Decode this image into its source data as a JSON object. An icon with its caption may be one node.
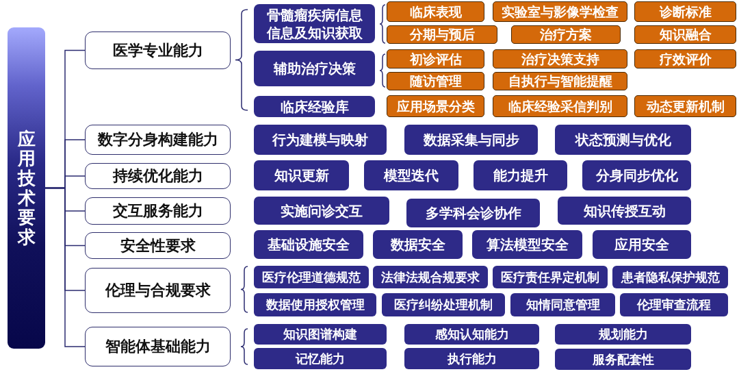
{
  "diagram": {
    "nodes": [
      {
        "text": [
          "应用技术要求"
        ]
      },
      {
        "text": [
          "医学专业能力"
        ]
      },
      {
        "text": [
          "数字分身构建能力"
        ]
      },
      {
        "text": [
          "持续优化能力"
        ]
      },
      {
        "text": [
          "交互服务能力"
        ]
      },
      {
        "text": [
          "安全性要求"
        ]
      },
      {
        "text": [
          "伦理与合规要求"
        ]
      },
      {
        "text": [
          "智能体基础能力"
        ]
      },
      {
        "text": [
          "骨髓瘤疾病信息信息及知识获取"
        ]
      },
      {
        "text": [
          "临床表现"
        ]
      },
      {
        "text": [
          "实验室与影像学检查"
        ]
      },
      {
        "text": [
          "诊断标准"
        ]
      },
      {
        "text": [
          "分期与预后"
        ]
      },
      {
        "text": [
          "治疗方案"
        ]
      },
      {
        "text": [
          "知识融合"
        ]
      },
      {
        "text": [
          "辅助治疗决策"
        ]
      },
      {
        "text": [
          "初诊评估"
        ]
      },
      {
        "text": [
          "治疗决策支持"
        ]
      },
      {
        "text": [
          "疗效评价"
        ]
      },
      {
        "text": [
          "随访管理"
        ]
      },
      {
        "text": [
          "自执行与智能提醒"
        ]
      },
      {
        "text": [
          "临床经验库"
        ]
      },
      {
        "text": [
          "应用场景分类"
        ]
      },
      {
        "text": [
          "临床经验采信判别"
        ]
      },
      {
        "text": [
          "动态更新机制"
        ]
      },
      {
        "text": [
          "行为建模与映射"
        ]
      },
      {
        "text": [
          "数据采集与同步"
        ]
      },
      {
        "text": [
          "状态预测与优化"
        ]
      },
      {
        "text": [
          "知识更新"
        ]
      },
      {
        "text": [
          "模型迭代"
        ]
      },
      {
        "text": [
          "能力提升"
        ]
      },
      {
        "text": [
          "分身同步优化"
        ]
      },
      {
        "text": [
          "实施问诊交互"
        ]
      },
      {
        "text": [
          "多学科会诊协作"
        ]
      },
      {
        "text": [
          "知识传授互动"
        ]
      },
      {
        "text": [
          "基础设施安全"
        ]
      },
      {
        "text": [
          "数据安全"
        ]
      },
      {
        "text": [
          "算法模型安全"
        ]
      },
      {
        "text": [
          "应用安全"
        ]
      },
      {
        "text": [
          "医疗伦理道德规范"
        ]
      },
      {
        "text": [
          "法律法规合规要求"
        ]
      },
      {
        "text": [
          "医疗责任界定机制"
        ]
      },
      {
        "text": [
          "患者隐私保护规范"
        ]
      },
      {
        "text": [
          "数据使用授权管理"
        ]
      },
      {
        "text": [
          "医疗纠纷处理机制"
        ]
      },
      {
        "text": [
          "知情同意管理"
        ]
      },
      {
        "text": [
          "伦理审查流程"
        ]
      },
      {
        "text": [
          "知识图谱构建"
        ]
      },
      {
        "text": [
          "感知认知能力"
        ]
      },
      {
        "text": [
          "规划能力"
        ]
      },
      {
        "text": [
          "记忆能力"
        ]
      },
      {
        "text": [
          "执行能力"
        ]
      },
      {
        "text": [
          "服务配套性"
        ]
      }
    ],
    "edges": [
      {
        "from": 0,
        "to": 1,
        "arrow": "none"
      },
      {
        "from": 0,
        "to": 2,
        "arrow": "none"
      },
      {
        "from": 0,
        "to": 3,
        "arrow": "none"
      },
      {
        "from": 0,
        "to": 4,
        "arrow": "none"
      },
      {
        "from": 0,
        "to": 5,
        "arrow": "none"
      },
      {
        "from": 0,
        "to": 6,
        "arrow": "none"
      },
      {
        "from": 0,
        "to": 7,
        "arrow": "none"
      }
    ]
  }
}
